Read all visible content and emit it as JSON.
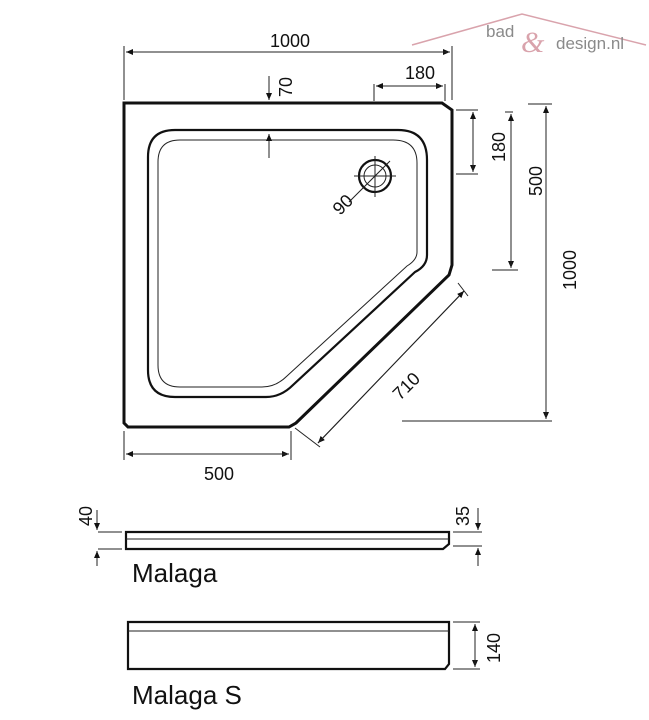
{
  "logo": {
    "part1": "bad",
    "amp": "&",
    "part2": "design.nl",
    "accent_color": "#d9a3ac"
  },
  "plan": {
    "width_label": "1000",
    "rim_label": "70",
    "corner_top_label": "180",
    "corner_side_label": "180",
    "half_side_label": "500",
    "height_label": "1000",
    "drain_label": "90",
    "diagonal_label": "710",
    "bottom_label": "500"
  },
  "profiles": {
    "malaga": {
      "name": "Malaga",
      "left_label": "40",
      "right_label": "35"
    },
    "malaga_s": {
      "name": "Malaga S",
      "height_label": "140"
    }
  }
}
